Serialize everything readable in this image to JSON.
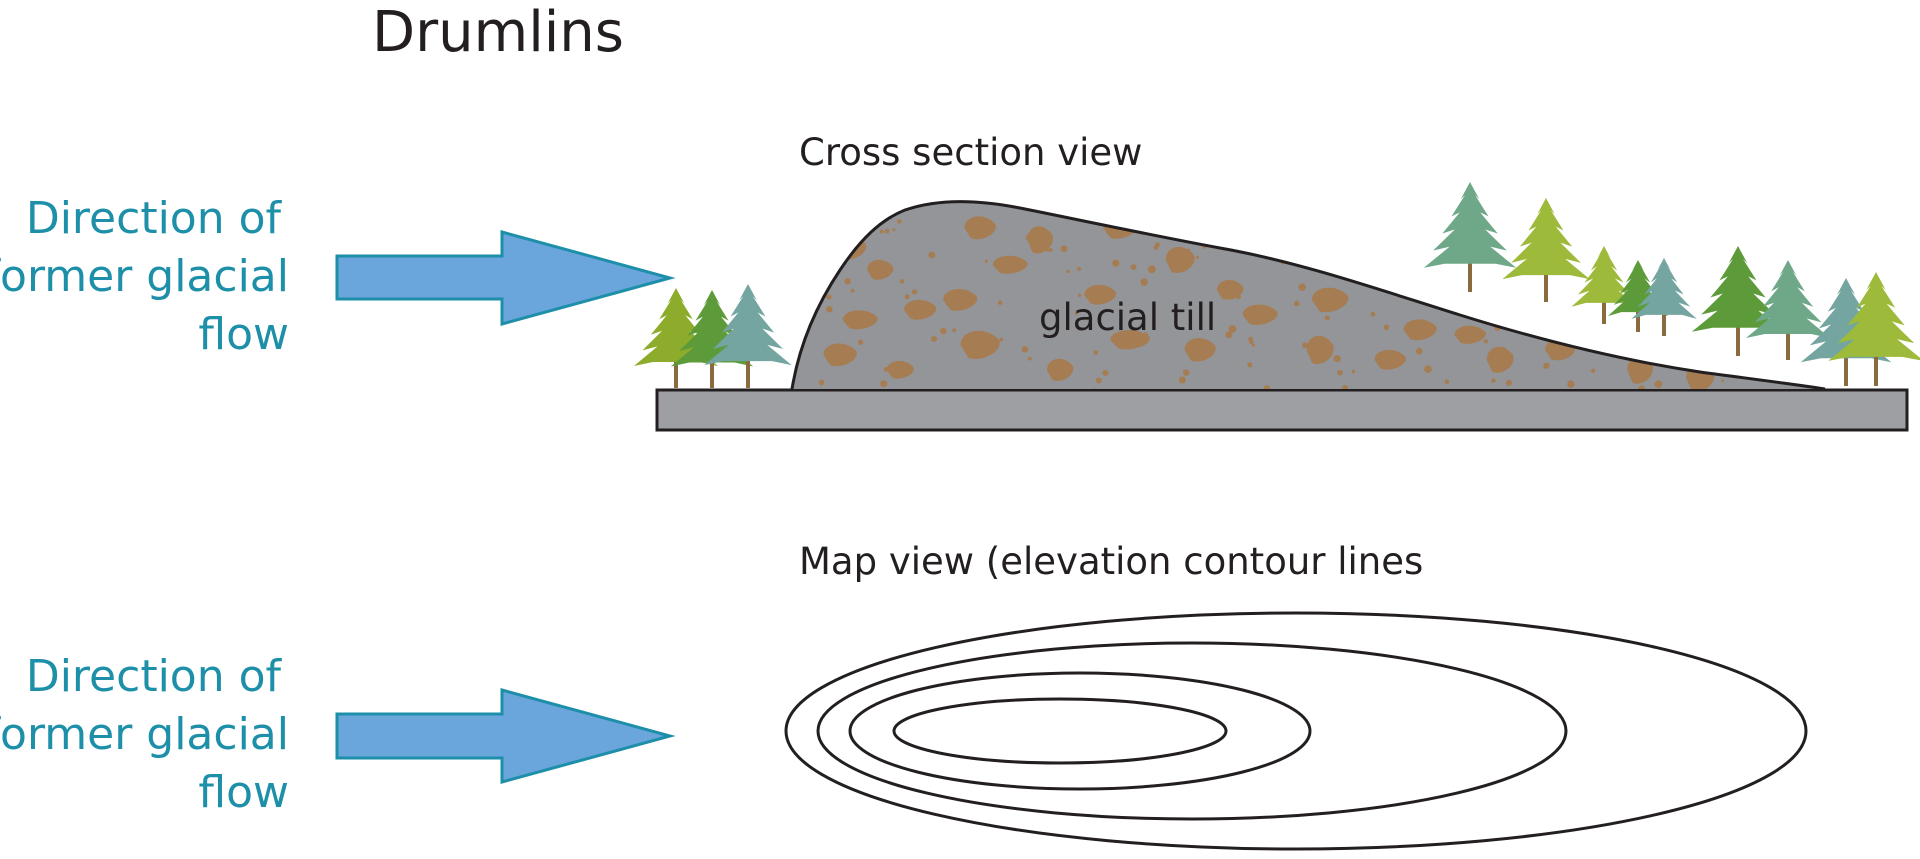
{
  "title": "Drumlins",
  "cross_section": {
    "heading": "Cross section view",
    "till_label": "glacial till"
  },
  "map_view": {
    "heading": "Map view (elevation contour lines"
  },
  "flow_direction": {
    "line1": "Direction of",
    "line2": "former glacial",
    "line3": "flow"
  },
  "colors": {
    "flow_text": "#1d8fa9",
    "arrow_fill": "#6aa6db",
    "arrow_stroke": "#1d8fa9",
    "till_fill": "#939598",
    "clast_fill": "#a67c52",
    "bedrock_fill": "#9d9fa2",
    "tree_colors": [
      "#8dac2c",
      "#5d9b3a",
      "#6ea889",
      "#9dba3a",
      "#74a5a0"
    ],
    "trunk": "#8b6b3d"
  }
}
